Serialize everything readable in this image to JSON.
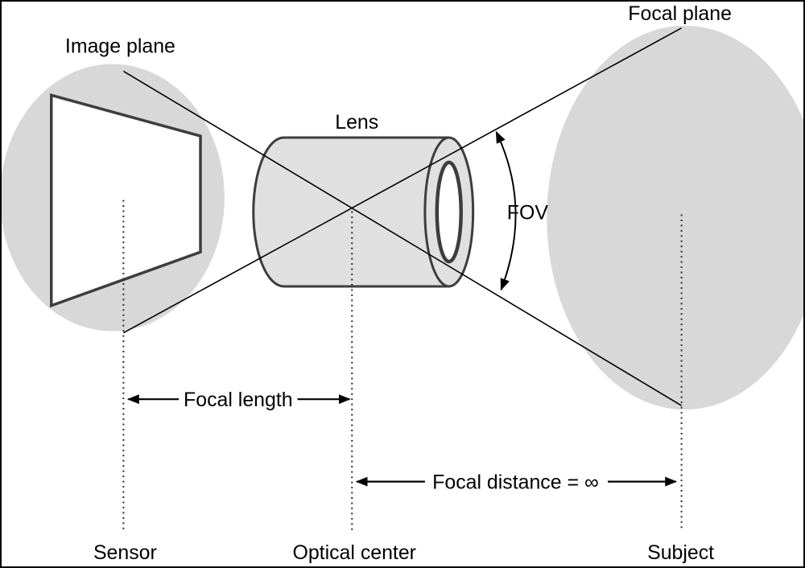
{
  "diagram": {
    "labels": {
      "image_plane": "Image plane",
      "focal_plane": "Focal plane",
      "lens": "Lens",
      "fov": "FOV",
      "focal_length": "Focal length",
      "focal_distance": "Focal distance = ∞",
      "sensor": "Sensor",
      "optical_center": "Optical center",
      "subject": "Subject"
    },
    "colors": {
      "background": "#ffffff",
      "plane_fill": "#d8d8d8",
      "lens_fill": "#e0e0e0",
      "outline": "#3d3d3d",
      "line": "#000000"
    }
  }
}
